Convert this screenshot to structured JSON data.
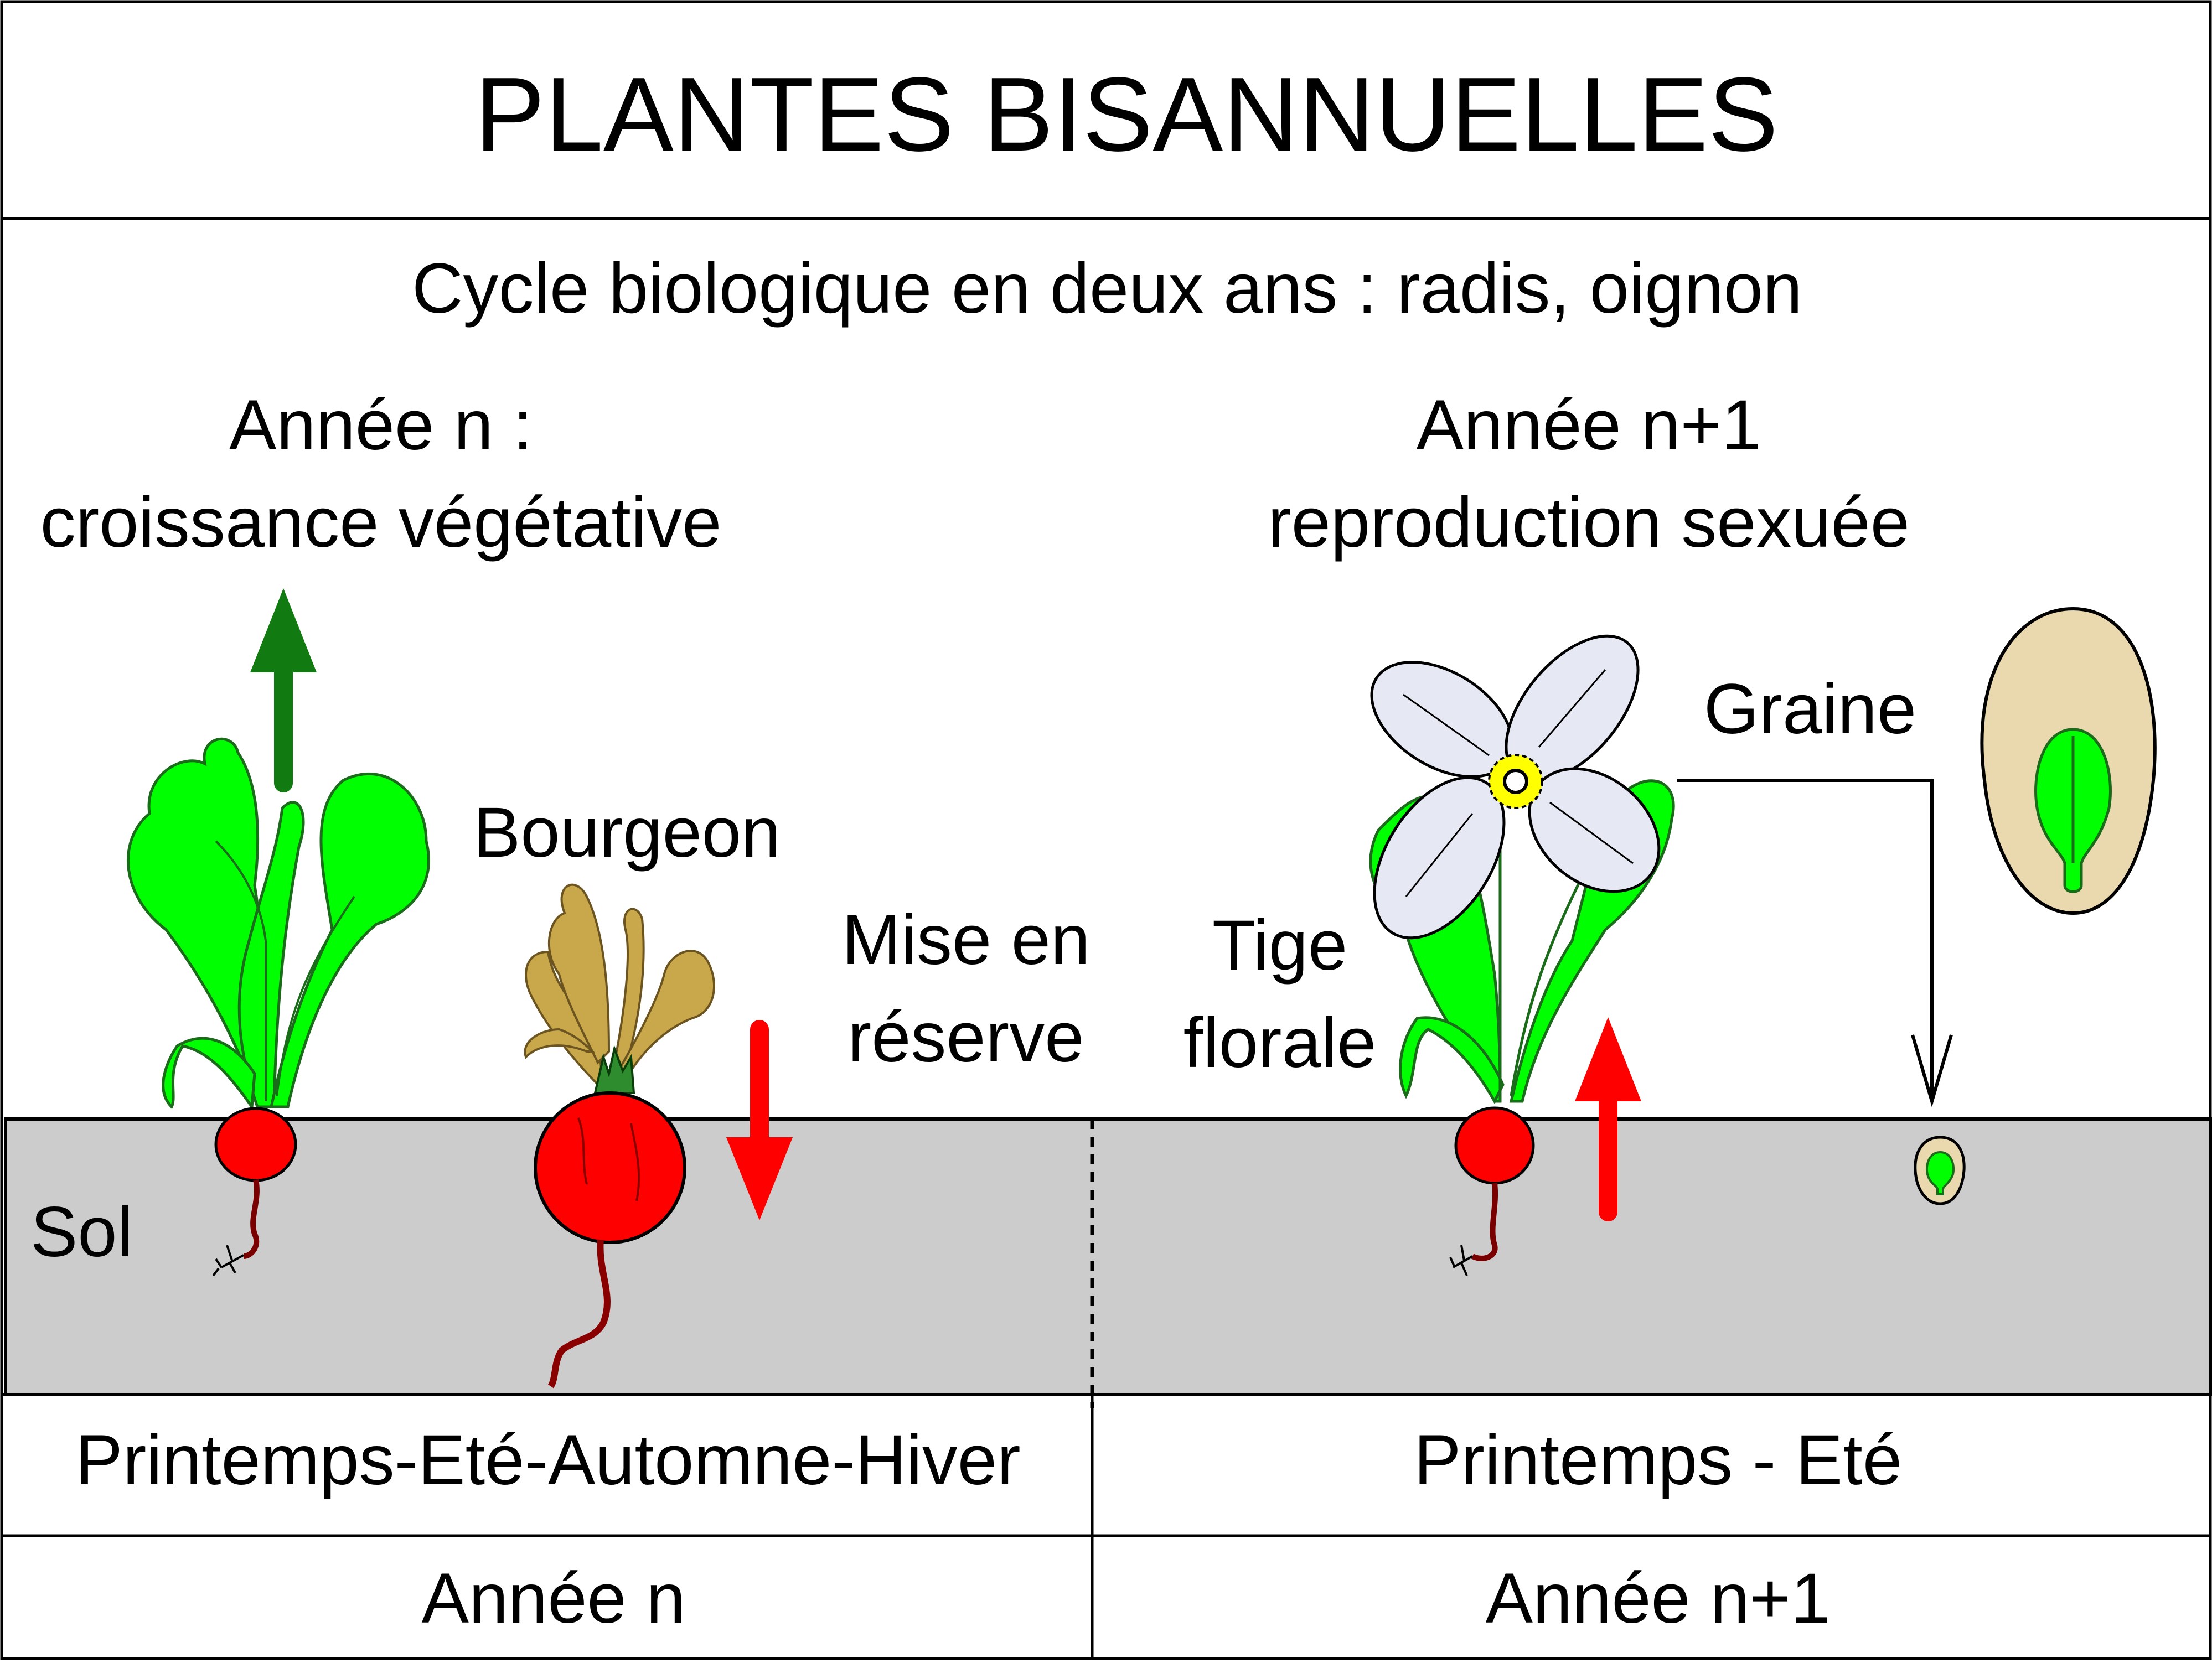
{
  "title": "PLANTES BISANNUELLES",
  "subtitle": "Cycle biologique en deux ans : radis, oignon",
  "year_n_heading": {
    "line1": "Année n :",
    "line2": "croissance végétative"
  },
  "year_n1_heading": {
    "line1": "Année n+1",
    "line2": "reproduction sexuée"
  },
  "labels": {
    "bourgeon": "Bourgeon",
    "mise_en_reserve": {
      "line1": "Mise en",
      "line2": "réserve"
    },
    "tige_florale": {
      "line1": "Tige",
      "line2": "florale"
    },
    "graine": "Graine",
    "sol": "Sol"
  },
  "seasons": {
    "left": "Printemps-Eté-Automne-Hiver",
    "right": "Printemps - Eté"
  },
  "years": {
    "left": "Année n",
    "right": "Année n+1"
  },
  "colors": {
    "soil": "#cccccc",
    "leaf_green": "#00ff00",
    "leaf_outline": "#1a6b1a",
    "radish_red": "#ff0000",
    "dried_leaf": "#c8a84a",
    "growth_arrow": "#117a11",
    "reserve_arrow": "#ff0000",
    "petal": "#e6e8f4",
    "flower_center": "#ffff00",
    "seed_coat": "#ead9ae"
  }
}
